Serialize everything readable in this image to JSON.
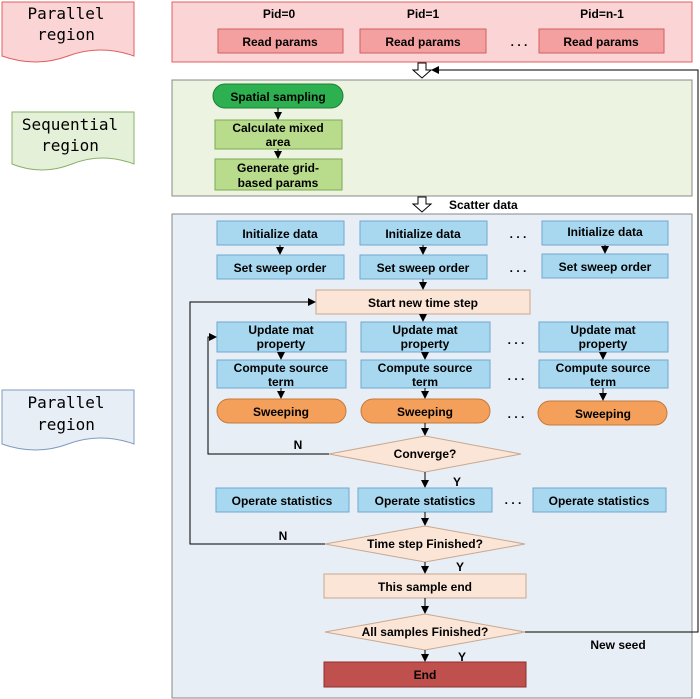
{
  "regions": {
    "parallel_top": {
      "label_line1": "Parallel",
      "label_line2": "region"
    },
    "sequential": {
      "label_line1": "Sequential",
      "label_line2": "region"
    },
    "parallel_bottom": {
      "label_line1": "Parallel",
      "label_line2": "region"
    }
  },
  "colors": {
    "pink_fill": "#FBD5D5",
    "pink_stroke": "#E06060",
    "read_fill": "#F5A0A0",
    "green_panel": "#EDF3E1",
    "green_box": "#B8DC8C",
    "green_start": "#2DB050",
    "blue_panel": "#E8EEF5",
    "blue_box": "#A8D8F0",
    "orange": "#F5A05A",
    "peach": "#FBE5D6",
    "end_fill": "#C0504D"
  },
  "read_params": {
    "pids": [
      "Pid=0",
      "Pid=1",
      "Pid=n-1"
    ],
    "label": "Read params",
    "ellipsis": ". . ."
  },
  "sequential_steps": {
    "spatial_sampling": "Spatial sampling",
    "mixed_area_line1": "Calculate mixed",
    "mixed_area_line2": "area",
    "grid_params_line1": "Generate grid-",
    "grid_params_line2": "based params"
  },
  "scatter_data": "Scatter data",
  "parallel_steps": {
    "initialize": "Initialize data",
    "sweep_order": "Set sweep order",
    "new_time_step": "Start new time step",
    "update_line1": "Update mat",
    "update_line2": "property",
    "source_line1": "Compute source",
    "source_line2": "term",
    "sweeping": "Sweeping",
    "converge": "Converge?",
    "statistics": "Operate statistics",
    "time_finished": "Time step Finished?",
    "sample_end": "This sample end",
    "all_finished": "All samples Finished?",
    "end": "End",
    "new_seed": "New seed",
    "yes": "Y",
    "no": "N",
    "ellipsis": ". . ."
  }
}
